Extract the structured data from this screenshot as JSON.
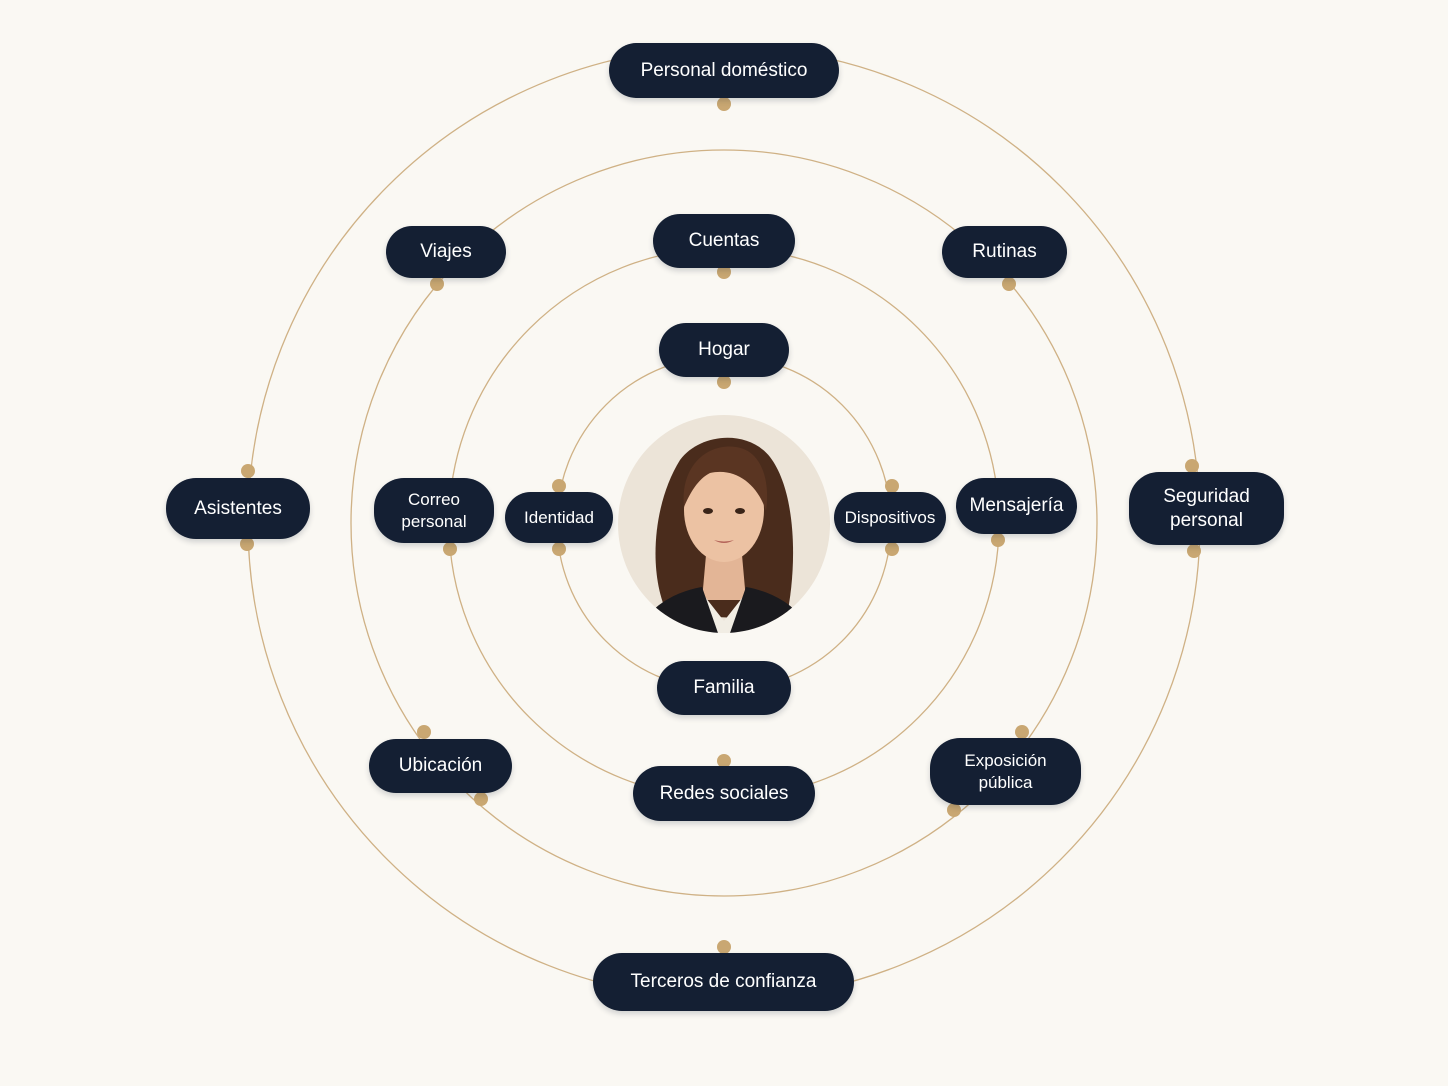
{
  "diagram": {
    "center": {
      "icon": "person-portrait-icon"
    },
    "nodes": {
      "hogar": "Hogar",
      "identidad": "Identidad",
      "dispositivos": "Dispositivos",
      "familia": "Familia",
      "cuentas": "Cuentas",
      "correo": "Correo\npersonal",
      "mensajeria": "Mensajería",
      "redes": "Redes sociales",
      "viajes": "Viajes",
      "rutinas": "Rutinas",
      "ubicacion": "Ubicación",
      "exposicion": "Exposición\npública",
      "personal_domestico": "Personal doméstico",
      "asistentes": "Asistentes",
      "seguridad": "Seguridad\npersonal",
      "terceros": "Terceros de confianza"
    },
    "colors": {
      "background": "#faf8f3",
      "node": "#141f33",
      "ring": "#cfb185",
      "dot": "#c9a772"
    }
  }
}
